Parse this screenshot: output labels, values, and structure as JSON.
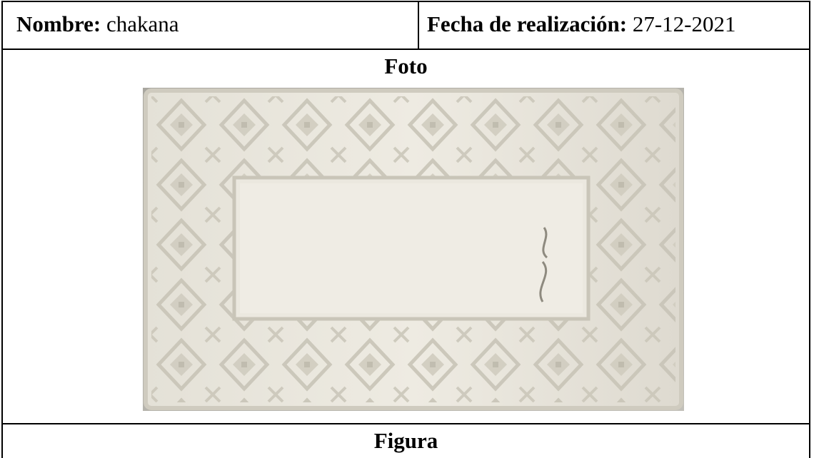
{
  "form": {
    "name_label": "Nombre:",
    "name_value": "chakana",
    "date_label": "Fecha de realización:",
    "date_value": "27-12-2021",
    "photo_title": "Foto",
    "figure_title": "Figura"
  },
  "photo": {
    "subject": "white tufted rug with diamond border pattern",
    "colors": {
      "rug": "#e6e3d9",
      "rug_shadow": "#c9c5b8",
      "pattern": "#d2cec2",
      "background": "#b3b1ab"
    }
  }
}
